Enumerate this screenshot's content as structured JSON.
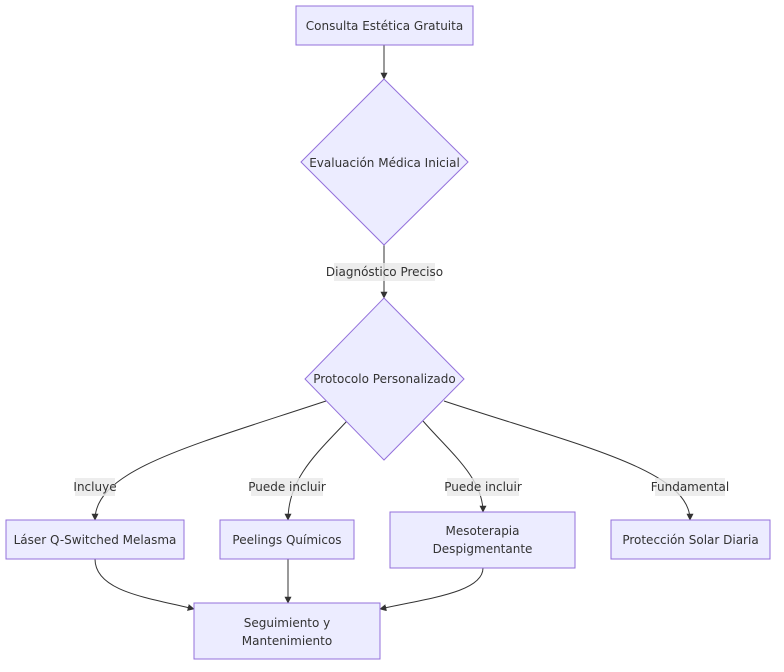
{
  "colors": {
    "node_fill": "#ECECFF",
    "node_stroke": "#9370DB",
    "edge": "#333333",
    "label_bg": "#e8e8e8",
    "text": "#333333"
  },
  "nodes": {
    "consulta": {
      "shape": "rect",
      "lines": [
        "Consulta Estética Gratuita"
      ]
    },
    "evaluacion": {
      "shape": "diamond",
      "lines": [
        "Evaluación Médica Inicial"
      ]
    },
    "protocolo": {
      "shape": "diamond",
      "lines": [
        "Protocolo Personalizado"
      ]
    },
    "laser": {
      "shape": "rect",
      "lines": [
        "Láser Q-Switched Melasma"
      ]
    },
    "peelings": {
      "shape": "rect",
      "lines": [
        "Peelings Químicos"
      ]
    },
    "mesoterapia": {
      "shape": "rect",
      "lines": [
        "Mesoterapia",
        "Despigmentante"
      ]
    },
    "proteccion": {
      "shape": "rect",
      "lines": [
        "Protección Solar Diaria"
      ]
    },
    "seguimiento": {
      "shape": "rect",
      "lines": [
        "Seguimiento y",
        "Mantenimiento"
      ]
    }
  },
  "edges": [
    {
      "from": "consulta",
      "to": "evaluacion",
      "label": ""
    },
    {
      "from": "evaluacion",
      "to": "protocolo",
      "label": "Diagnóstico Preciso"
    },
    {
      "from": "protocolo",
      "to": "laser",
      "label": "Incluye"
    },
    {
      "from": "protocolo",
      "to": "peelings",
      "label": "Puede incluir"
    },
    {
      "from": "protocolo",
      "to": "mesoterapia",
      "label": "Puede incluir"
    },
    {
      "from": "protocolo",
      "to": "proteccion",
      "label": "Fundamental"
    },
    {
      "from": "laser",
      "to": "seguimiento",
      "label": ""
    },
    {
      "from": "peelings",
      "to": "seguimiento",
      "label": ""
    },
    {
      "from": "mesoterapia",
      "to": "seguimiento",
      "label": ""
    }
  ]
}
